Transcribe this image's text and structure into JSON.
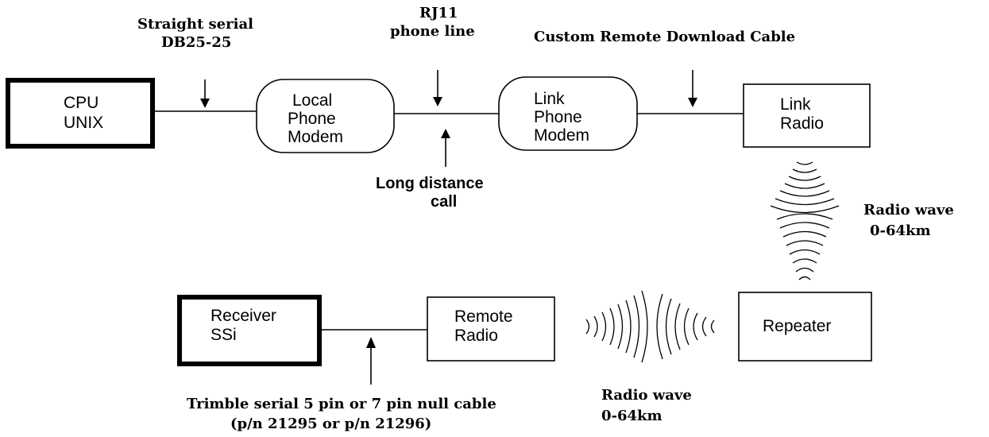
{
  "nodes": {
    "cpu": [
      "CPU",
      "UNIX"
    ],
    "local_modem": [
      "Local",
      "Phone",
      "Modem"
    ],
    "link_modem": [
      "Link",
      "Phone",
      "Modem"
    ],
    "link_radio": [
      "Link",
      "Radio"
    ],
    "repeater": [
      "Repeater"
    ],
    "remote_radio": [
      "Remote",
      "Radio"
    ],
    "receiver": [
      "Receiver",
      "SSi"
    ]
  },
  "labels": {
    "straight_serial": [
      "Straight serial",
      "DB25-25"
    ],
    "rj11": [
      "RJ11",
      "phone line"
    ],
    "custom_cable": [
      "Custom Remote Download Cable"
    ],
    "long_distance": [
      "Long distance",
      "call"
    ],
    "radio_wave_right": [
      "Radio wave",
      "0-64km"
    ],
    "radio_wave_bottom": [
      "Radio wave",
      "0-64km"
    ],
    "trimble": [
      "Trimble serial 5 pin or 7 pin null cable",
      "(p/n 21295 or p/n 21296)"
    ]
  }
}
